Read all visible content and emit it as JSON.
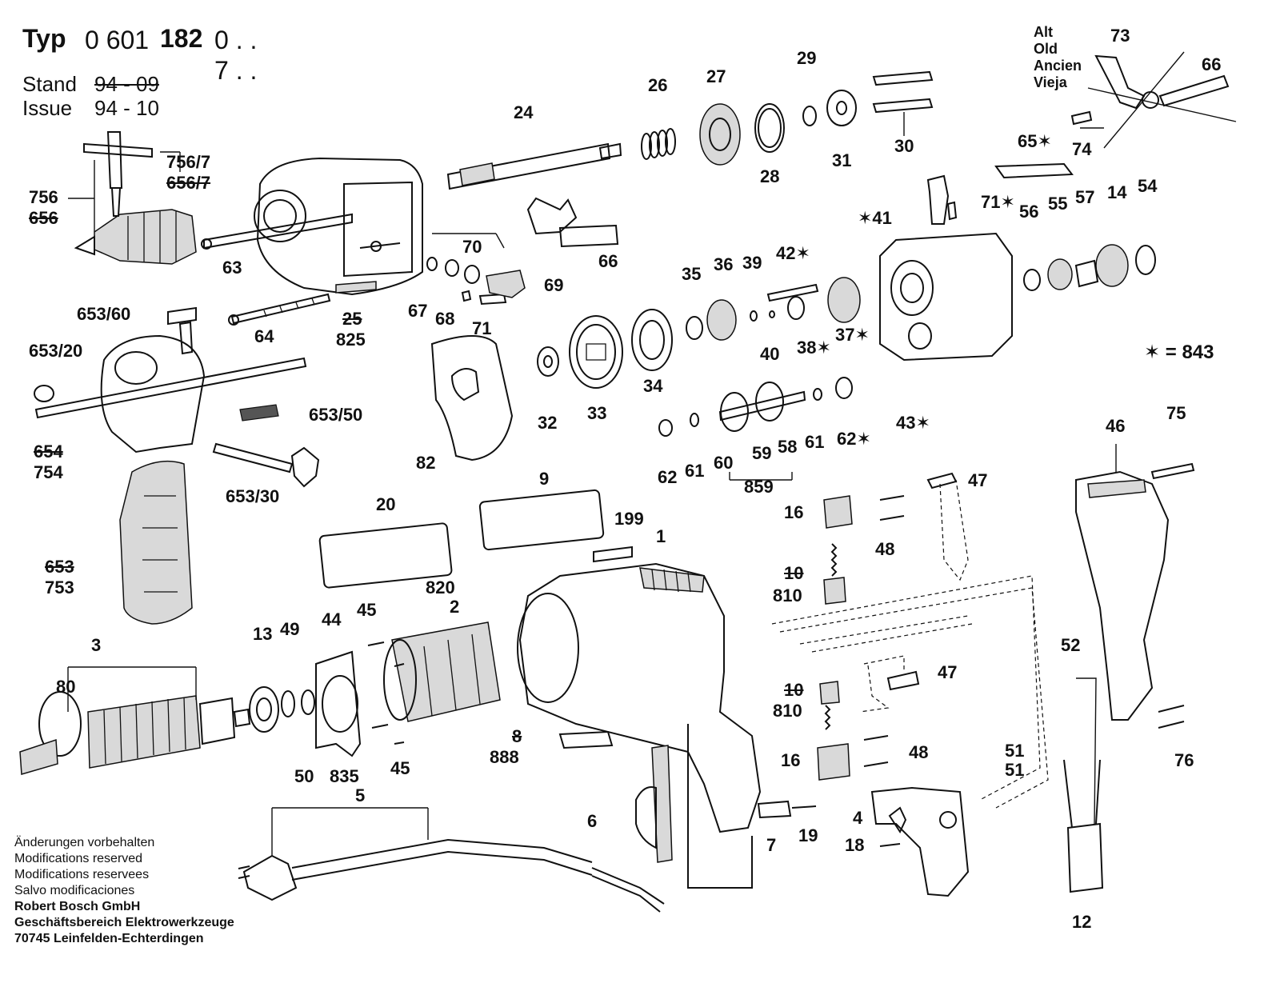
{
  "header": {
    "typ_label": "Typ",
    "typ_number_a": "0 601",
    "typ_number_b": "182",
    "typ_suffix_1": "0 . .",
    "typ_suffix_2": "7 . .",
    "stand_label": "Stand",
    "stand_value": "94 - 09",
    "issue_label": "Issue",
    "issue_value": "94 - 10"
  },
  "legend_alt": [
    "Alt",
    "Old",
    "Ancien",
    "Vieja"
  ],
  "legend_star": "✶ = 843",
  "footer": {
    "lines": [
      "Änderungen vorbehalten",
      "Modifications reserved",
      "Modifications reservees",
      "Salvo modificaciones"
    ],
    "company": [
      "Robert Bosch GmbH",
      "Geschäftsbereich Elektrowerkzeuge",
      "70745 Leinfelden-Echterdingen"
    ]
  },
  "part_labels": [
    {
      "id": "p24",
      "text": "24"
    },
    {
      "id": "p26",
      "text": "26"
    },
    {
      "id": "p27",
      "text": "27"
    },
    {
      "id": "p29",
      "text": "29"
    },
    {
      "id": "p28",
      "text": "28"
    },
    {
      "id": "p31",
      "text": "31"
    },
    {
      "id": "p30",
      "text": "30"
    },
    {
      "id": "p73",
      "text": "73"
    },
    {
      "id": "p66a",
      "text": "66"
    },
    {
      "id": "p74",
      "text": "74"
    },
    {
      "id": "p65",
      "text": "65✶"
    },
    {
      "id": "p756_7",
      "text": "756/7"
    },
    {
      "id": "p656_7",
      "text": "656/7",
      "struck": true
    },
    {
      "id": "p756",
      "text": "756"
    },
    {
      "id": "p656",
      "text": "656",
      "struck": true
    },
    {
      "id": "p63",
      "text": "63"
    },
    {
      "id": "p70",
      "text": "70"
    },
    {
      "id": "p69",
      "text": "69"
    },
    {
      "id": "p66b",
      "text": "66"
    },
    {
      "id": "p67",
      "text": "67"
    },
    {
      "id": "p68",
      "text": "68"
    },
    {
      "id": "p71a",
      "text": "71"
    },
    {
      "id": "p64",
      "text": "64"
    },
    {
      "id": "p25",
      "text": "25",
      "struck": true
    },
    {
      "id": "p825",
      "text": "825"
    },
    {
      "id": "p653_60",
      "text": "653/60"
    },
    {
      "id": "p653_20",
      "text": "653/20"
    },
    {
      "id": "p653_50",
      "text": "653/50"
    },
    {
      "id": "p654",
      "text": "654",
      "struck": true
    },
    {
      "id": "p754",
      "text": "754"
    },
    {
      "id": "p653_30",
      "text": "653/30"
    },
    {
      "id": "p653",
      "text": "653",
      "struck": true
    },
    {
      "id": "p753",
      "text": "753"
    },
    {
      "id": "p35",
      "text": "35"
    },
    {
      "id": "p36",
      "text": "36"
    },
    {
      "id": "p39",
      "text": "39"
    },
    {
      "id": "p42",
      "text": "42✶"
    },
    {
      "id": "p41",
      "text": "✶41"
    },
    {
      "id": "p71b",
      "text": "71✶"
    },
    {
      "id": "p56",
      "text": "56"
    },
    {
      "id": "p55",
      "text": "55"
    },
    {
      "id": "p57",
      "text": "57"
    },
    {
      "id": "p14",
      "text": "14"
    },
    {
      "id": "p54",
      "text": "54"
    },
    {
      "id": "p40",
      "text": "40"
    },
    {
      "id": "p38",
      "text": "38✶"
    },
    {
      "id": "p37",
      "text": "37✶"
    },
    {
      "id": "p32",
      "text": "32"
    },
    {
      "id": "p33",
      "text": "33"
    },
    {
      "id": "p34",
      "text": "34"
    },
    {
      "id": "p43",
      "text": "43✶"
    },
    {
      "id": "p62a",
      "text": "62"
    },
    {
      "id": "p61a",
      "text": "61"
    },
    {
      "id": "p60",
      "text": "60"
    },
    {
      "id": "p59",
      "text": "59"
    },
    {
      "id": "p58",
      "text": "58"
    },
    {
      "id": "p859",
      "text": "859"
    },
    {
      "id": "p61b",
      "text": "61"
    },
    {
      "id": "p62b",
      "text": "62✶"
    },
    {
      "id": "p82",
      "text": "82"
    },
    {
      "id": "p20",
      "text": "20"
    },
    {
      "id": "p9",
      "text": "9"
    },
    {
      "id": "p199",
      "text": "199"
    },
    {
      "id": "p1",
      "text": "1"
    },
    {
      "id": "p46",
      "text": "46"
    },
    {
      "id": "p75",
      "text": "75"
    },
    {
      "id": "p47a",
      "text": "47"
    },
    {
      "id": "p16a",
      "text": "16"
    },
    {
      "id": "p48a",
      "text": "48"
    },
    {
      "id": "p10a",
      "text": "10",
      "struck": true
    },
    {
      "id": "p810a",
      "text": "810"
    },
    {
      "id": "p3",
      "text": "3"
    },
    {
      "id": "p80",
      "text": "80"
    },
    {
      "id": "p13",
      "text": "13"
    },
    {
      "id": "p49",
      "text": "49"
    },
    {
      "id": "p44",
      "text": "44"
    },
    {
      "id": "p45a",
      "text": "45"
    },
    {
      "id": "p820",
      "text": "820"
    },
    {
      "id": "p2",
      "text": "2"
    },
    {
      "id": "p50",
      "text": "50"
    },
    {
      "id": "p835",
      "text": "835"
    },
    {
      "id": "p45b",
      "text": "45"
    },
    {
      "id": "p8",
      "text": "8",
      "struck": true
    },
    {
      "id": "p888",
      "text": "888"
    },
    {
      "id": "p47b",
      "text": "47"
    },
    {
      "id": "p10b",
      "text": "10",
      "struck": true
    },
    {
      "id": "p810b",
      "text": "810"
    },
    {
      "id": "p52",
      "text": "52"
    },
    {
      "id": "p16b",
      "text": "16"
    },
    {
      "id": "p48b",
      "text": "48"
    },
    {
      "id": "p51a",
      "text": "51"
    },
    {
      "id": "p51b",
      "text": "51"
    },
    {
      "id": "p76",
      "text": "76"
    },
    {
      "id": "p5",
      "text": "5"
    },
    {
      "id": "p6",
      "text": "6"
    },
    {
      "id": "p7",
      "text": "7"
    },
    {
      "id": "p19",
      "text": "19"
    },
    {
      "id": "p4",
      "text": "4"
    },
    {
      "id": "p18",
      "text": "18"
    },
    {
      "id": "p12",
      "text": "12"
    }
  ]
}
